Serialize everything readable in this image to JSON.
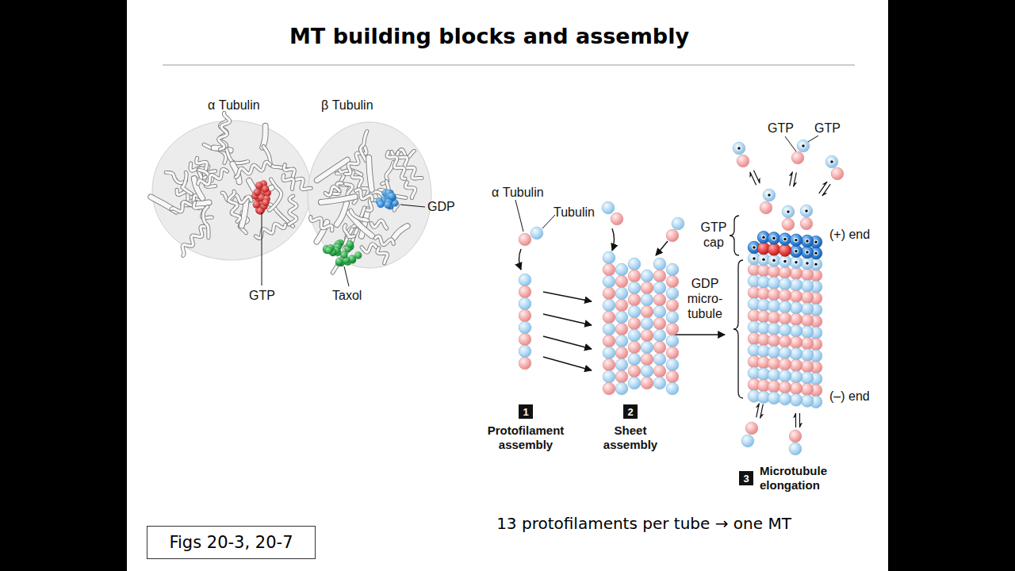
{
  "diagram": {
    "title": "MT building blocks and assembly",
    "caption": "13 protofilaments per tube → one MT",
    "nodes": [
      {
        "text": [
          "1",
          "Protofilament assembly"
        ]
      },
      {
        "text": [
          "2",
          "Sheet assembly"
        ]
      },
      {
        "text": [
          "3",
          "Microtubule elongation"
        ]
      },
      {
        "text": [
          "Figs 20-3, 20-7"
        ]
      }
    ],
    "labels": [
      "α Tubulin",
      "β Tubulin",
      "GTP",
      "Taxol",
      "GDP",
      "α Tubulin",
      "Tubulin",
      "GTP",
      "GTP",
      "GTP cap",
      "(+) end",
      "GDP micro- tubule",
      "(–) end"
    ]
  }
}
